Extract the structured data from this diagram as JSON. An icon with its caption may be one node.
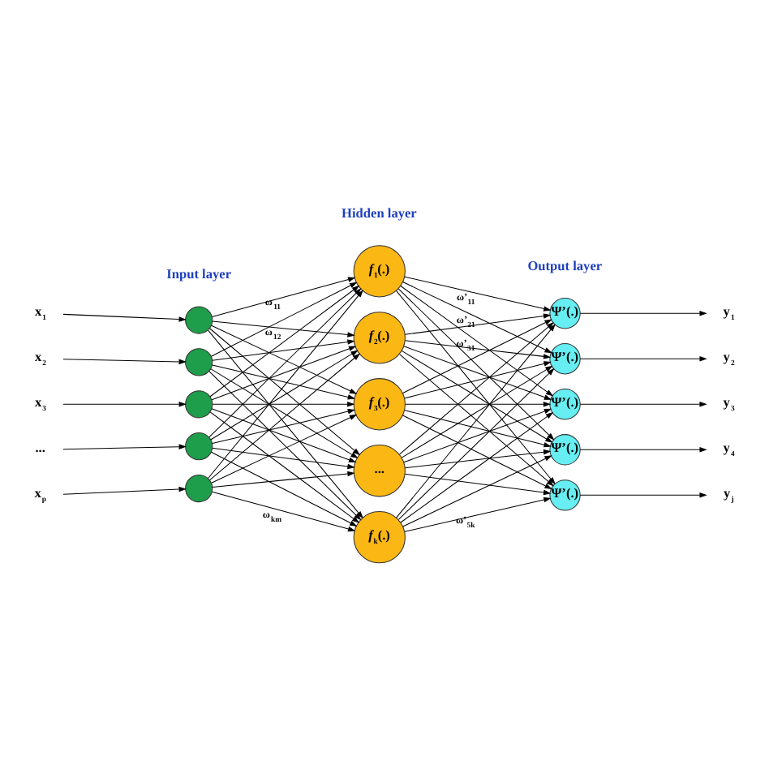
{
  "diagram": {
    "nodes": [
      {
        "text": [
          "x$_{1}$"
        ]
      },
      {
        "text": [
          "x$_{2}$"
        ]
      },
      {
        "text": [
          "x$_{3}$"
        ]
      },
      {
        "text": [
          "..."
        ]
      },
      {
        "text": [
          "x$_{p}$"
        ]
      },
      {
        "text": [],
        "shape": "circle"
      },
      {
        "text": [],
        "shape": "circle"
      },
      {
        "text": [],
        "shape": "circle"
      },
      {
        "text": [],
        "shape": "circle"
      },
      {
        "text": [],
        "shape": "circle"
      },
      {
        "text": [
          "*f*$_{1}$(.)"
        ]
      },
      {
        "text": [
          "*f*$_{2}$(.)"
        ]
      },
      {
        "text": [
          "*f*$_{3}$(.)"
        ]
      },
      {
        "text": [
          "..."
        ]
      },
      {
        "text": [
          "*f*$_{k}$(.)"
        ]
      },
      {
        "text": [
          "Ψ’(.)"
        ]
      },
      {
        "text": [
          "Ψ’(.)"
        ]
      },
      {
        "text": [
          "Ψ’(.)"
        ]
      },
      {
        "text": [
          "Ψ’(.)"
        ]
      },
      {
        "text": [
          "Ψ’(.)"
        ]
      },
      {
        "text": [
          "y$_{1}$"
        ]
      },
      {
        "text": [
          "y$_{2}$"
        ]
      },
      {
        "text": [
          "y$_{3}$"
        ]
      },
      {
        "text": [
          "y$_{4}$"
        ]
      },
      {
        "text": [
          "y$_{j}$"
        ]
      }
    ],
    "edges": [
      {
        "from": 0,
        "to": 5,
        "arrow": "to"
      },
      {
        "from": 1,
        "to": 6,
        "arrow": "to"
      },
      {
        "from": 2,
        "to": 7,
        "arrow": "to"
      },
      {
        "from": 3,
        "to": 8,
        "arrow": "to"
      },
      {
        "from": 4,
        "to": 9,
        "arrow": "to"
      },
      {
        "from": 5,
        "to": 10,
        "arrow": "to",
        "label": "ω$_{11}$"
      },
      {
        "from": 5,
        "to": 11,
        "arrow": "to",
        "label": "ω$_{12}$"
      },
      {
        "from": 5,
        "to": 12,
        "arrow": "to"
      },
      {
        "from": 5,
        "to": 13,
        "arrow": "to"
      },
      {
        "from": 5,
        "to": 14,
        "arrow": "to"
      },
      {
        "from": 6,
        "to": 10,
        "arrow": "to"
      },
      {
        "from": 6,
        "to": 11,
        "arrow": "to"
      },
      {
        "from": 6,
        "to": 12,
        "arrow": "to"
      },
      {
        "from": 6,
        "to": 13,
        "arrow": "to"
      },
      {
        "from": 6,
        "to": 14,
        "arrow": "to"
      },
      {
        "from": 7,
        "to": 10,
        "arrow": "to"
      },
      {
        "from": 7,
        "to": 11,
        "arrow": "to"
      },
      {
        "from": 7,
        "to": 12,
        "arrow": "to"
      },
      {
        "from": 7,
        "to": 13,
        "arrow": "to"
      },
      {
        "from": 7,
        "to": 14,
        "arrow": "to"
      },
      {
        "from": 8,
        "to": 10,
        "arrow": "to"
      },
      {
        "from": 8,
        "to": 11,
        "arrow": "to"
      },
      {
        "from": 8,
        "to": 12,
        "arrow": "to"
      },
      {
        "from": 8,
        "to": 13,
        "arrow": "to"
      },
      {
        "from": 8,
        "to": 14,
        "arrow": "to"
      },
      {
        "from": 9,
        "to": 10,
        "arrow": "to"
      },
      {
        "from": 9,
        "to": 11,
        "arrow": "to"
      },
      {
        "from": 9,
        "to": 12,
        "arrow": "to"
      },
      {
        "from": 9,
        "to": 13,
        "arrow": "to"
      },
      {
        "from": 9,
        "to": 14,
        "arrow": "to",
        "label": "ω$_{km}$"
      },
      {
        "from": 10,
        "to": 15,
        "arrow": "to",
        "label": "ω’$_{11}$"
      },
      {
        "from": 10,
        "to": 16,
        "arrow": "to",
        "label": "ω’$_{21}$"
      },
      {
        "from": 10,
        "to": 17,
        "arrow": "to",
        "label": "ω’$_{31}$"
      },
      {
        "from": 10,
        "to": 18,
        "arrow": "to"
      },
      {
        "from": 10,
        "to": 19,
        "arrow": "to"
      },
      {
        "from": 11,
        "to": 15,
        "arrow": "to"
      },
      {
        "from": 11,
        "to": 16,
        "arrow": "to"
      },
      {
        "from": 11,
        "to": 17,
        "arrow": "to"
      },
      {
        "from": 11,
        "to": 18,
        "arrow": "to"
      },
      {
        "from": 11,
        "to": 19,
        "arrow": "to"
      },
      {
        "from": 12,
        "to": 15,
        "arrow": "to"
      },
      {
        "from": 12,
        "to": 16,
        "arrow": "to"
      },
      {
        "from": 12,
        "to": 17,
        "arrow": "to"
      },
      {
        "from": 12,
        "to": 18,
        "arrow": "to"
      },
      {
        "from": 12,
        "to": 19,
        "arrow": "to"
      },
      {
        "from": 13,
        "to": 15,
        "arrow": "to"
      },
      {
        "from": 13,
        "to": 16,
        "arrow": "to"
      },
      {
        "from": 13,
        "to": 17,
        "arrow": "to"
      },
      {
        "from": 13,
        "to": 18,
        "arrow": "to"
      },
      {
        "from": 13,
        "to": 19,
        "arrow": "to"
      },
      {
        "from": 14,
        "to": 15,
        "arrow": "to"
      },
      {
        "from": 14,
        "to": 16,
        "arrow": "to"
      },
      {
        "from": 14,
        "to": 17,
        "arrow": "to"
      },
      {
        "from": 14,
        "to": 18,
        "arrow": "to"
      },
      {
        "from": 14,
        "to": 19,
        "arrow": "to",
        "label": "ω’$_{5k}$"
      },
      {
        "from": 15,
        "to": 20,
        "arrow": "to"
      },
      {
        "from": 16,
        "to": 21,
        "arrow": "to"
      },
      {
        "from": 17,
        "to": 22,
        "arrow": "to"
      },
      {
        "from": 18,
        "to": 23,
        "arrow": "to"
      },
      {
        "from": 19,
        "to": 24,
        "arrow": "to"
      }
    ],
    "labels": [
      "Input layer",
      "Hidden layer",
      "Output layer"
    ]
  }
}
